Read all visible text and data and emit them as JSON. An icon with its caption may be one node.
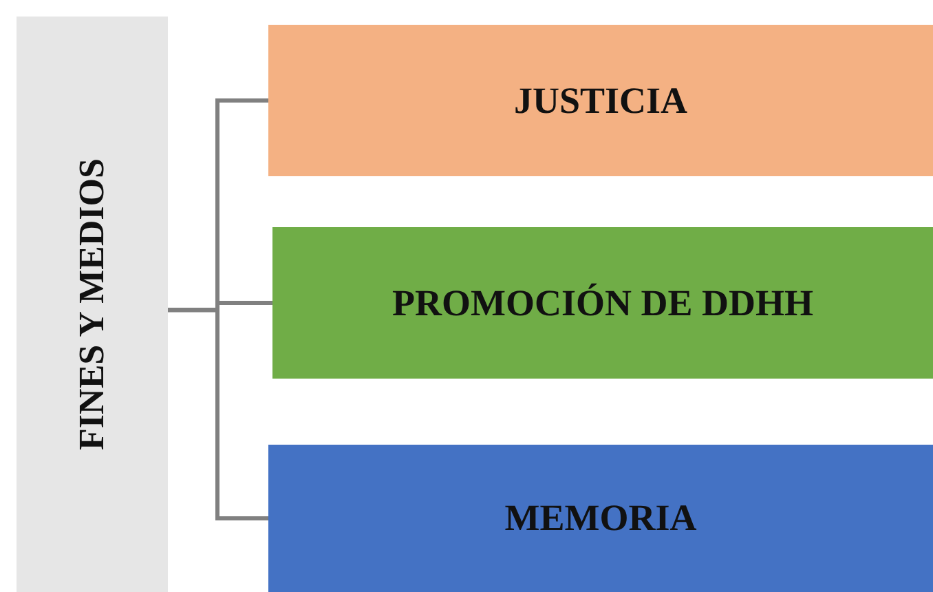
{
  "diagram": {
    "nodes": [
      {
        "text": [
          "FINES Y MEDIOS"
        ]
      },
      {
        "text": [
          "JUSTICIA"
        ]
      },
      {
        "text": [
          "PROMOCIÓN DE DDHH"
        ]
      },
      {
        "text": [
          "MEMORIA"
        ]
      }
    ],
    "edges": [
      {
        "from": 0,
        "to": 1,
        "arrow": "none"
      },
      {
        "from": 0,
        "to": 2,
        "arrow": "none"
      },
      {
        "from": 0,
        "to": 3,
        "arrow": "none"
      }
    ]
  }
}
